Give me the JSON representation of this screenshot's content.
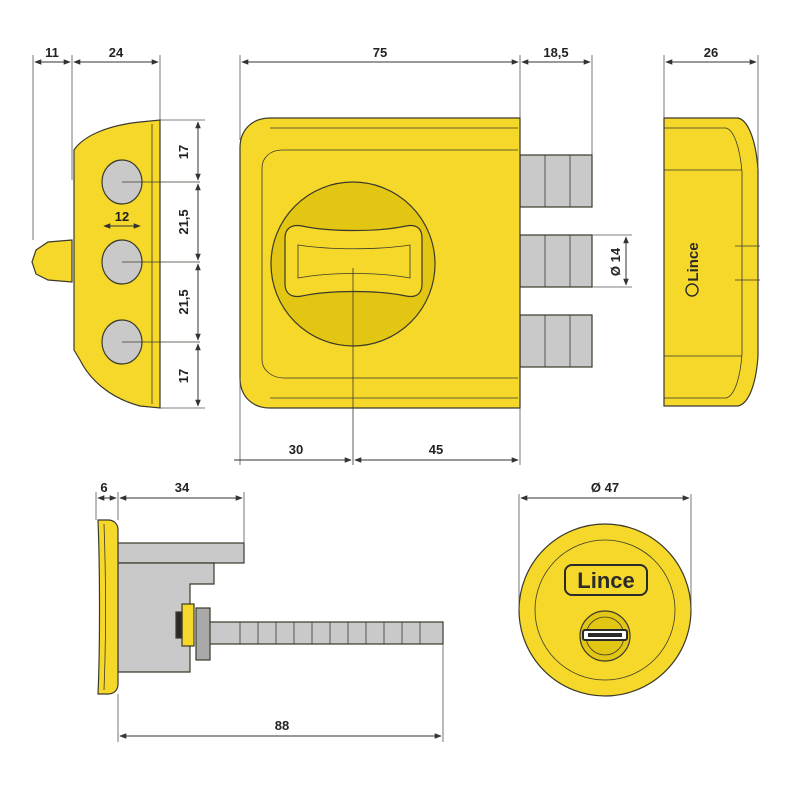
{
  "colors": {
    "brass": "#f5d82a",
    "brass_dark": "#e3c514",
    "steel": "#c9c9c9",
    "steel_dark": "#a9a9a9",
    "line": "#3a3a2a"
  },
  "brand": {
    "logo_text": "Lince"
  },
  "dimensions": {
    "side_front_offset": "11",
    "side_depth": "24",
    "hole_gap_top": "17",
    "hole_pitch_1": "21,5",
    "hole_diameter": "12",
    "hole_pitch_2": "21,5",
    "hole_gap_bottom": "17",
    "body_width": "75",
    "bolt_throw": "18,5",
    "bolt_diameter": "Ø 14",
    "knob_left": "30",
    "knob_right": "45",
    "case_depth": "26",
    "cyl_rim": "6",
    "cyl_body": "34",
    "cyl_total": "88",
    "rosette_diameter": "Ø 47"
  }
}
